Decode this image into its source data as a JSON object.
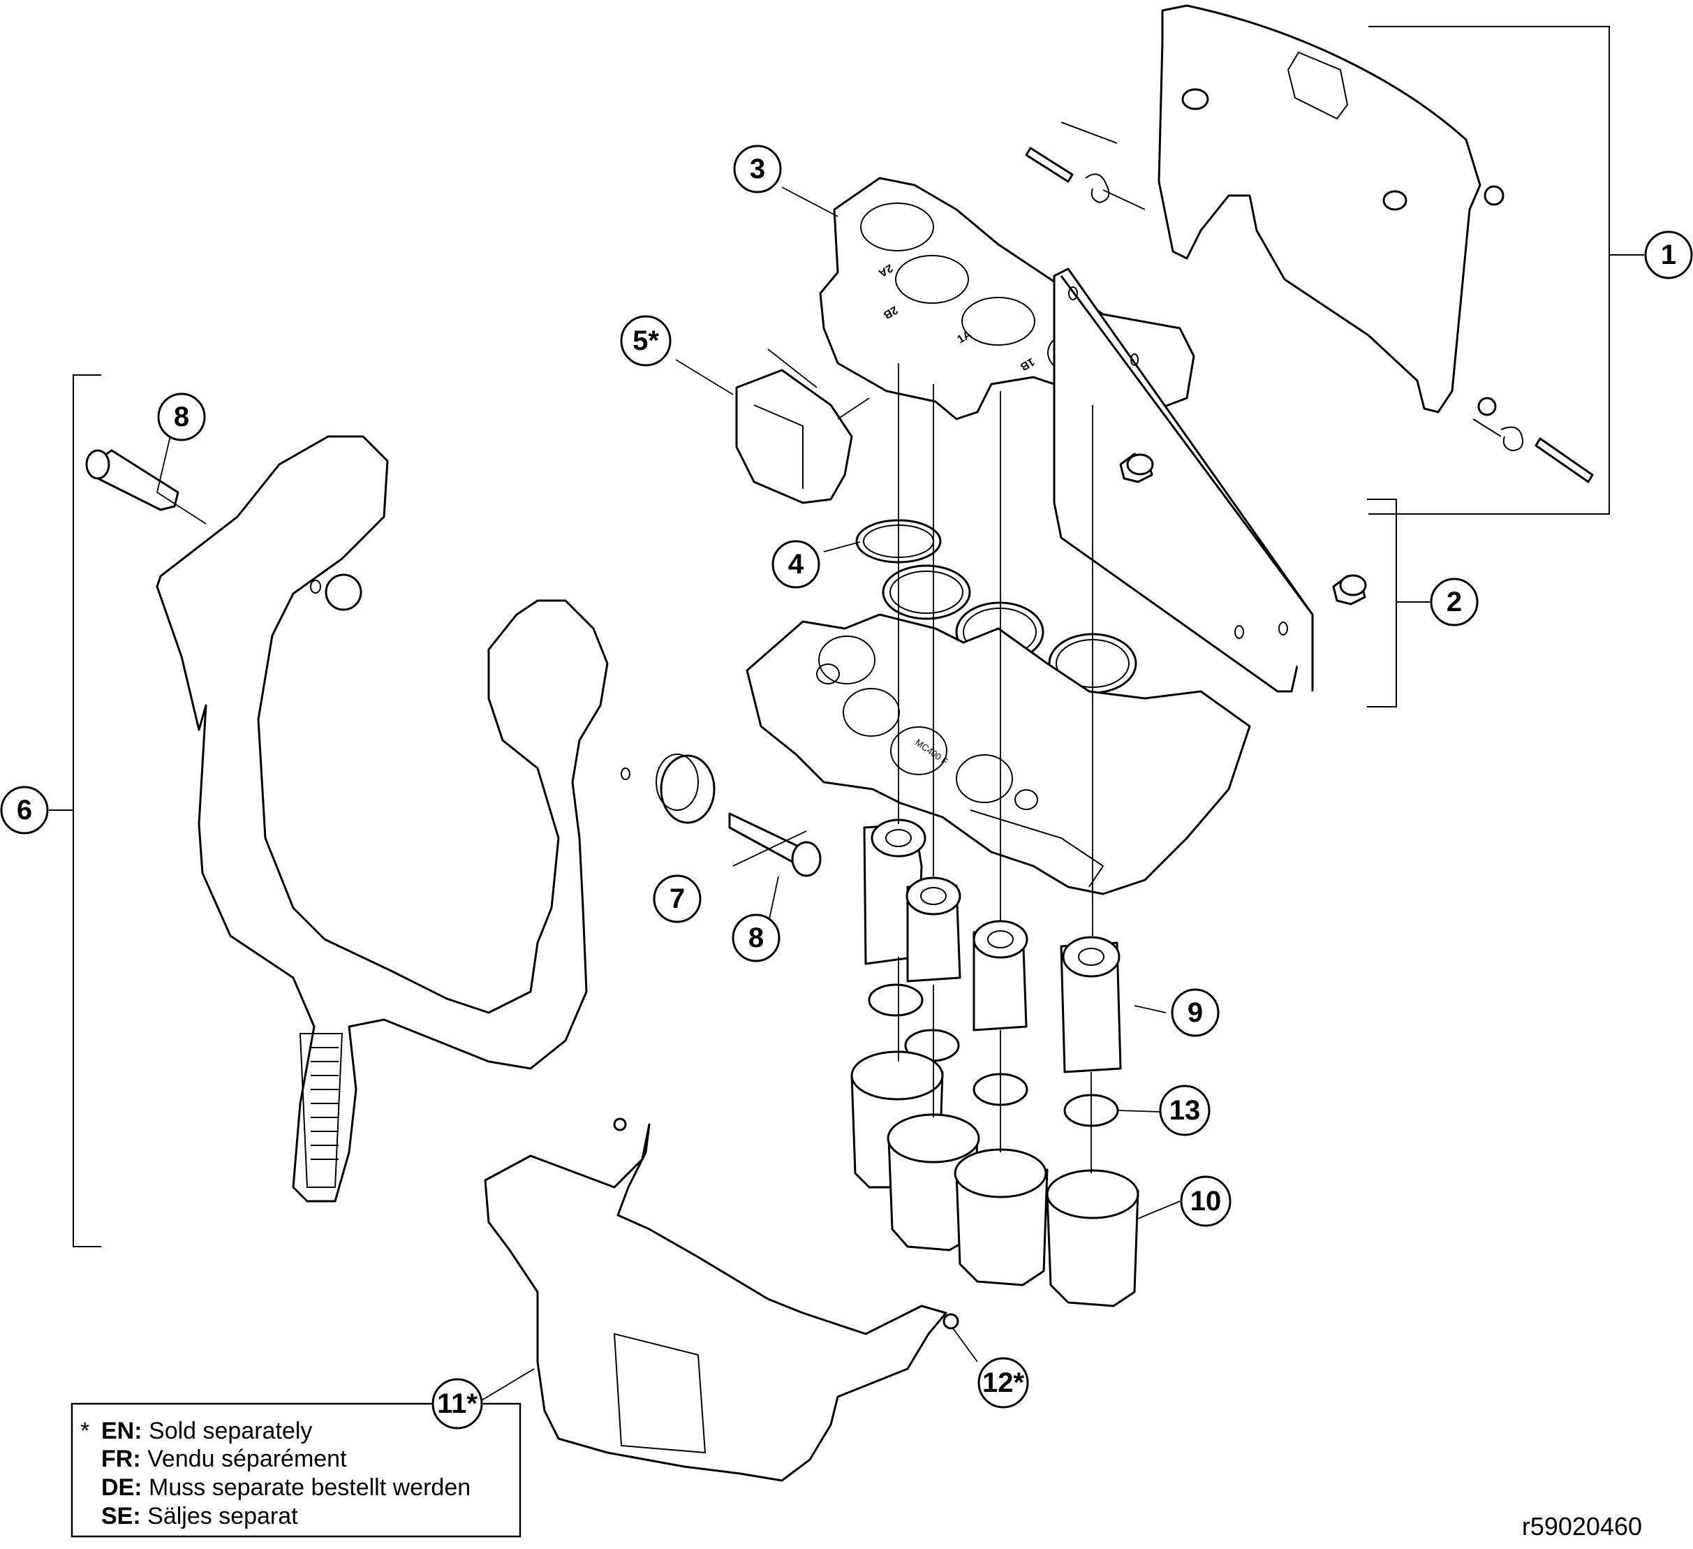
{
  "diagram": {
    "type": "exploded parts diagram",
    "drawing_id": "r59020460",
    "callouts": [
      {
        "id": "1",
        "label": "1",
        "sold_separately": false
      },
      {
        "id": "2",
        "label": "2",
        "sold_separately": false
      },
      {
        "id": "3",
        "label": "3",
        "sold_separately": false
      },
      {
        "id": "4",
        "label": "4",
        "sold_separately": false
      },
      {
        "id": "5",
        "label": "5*",
        "sold_separately": true
      },
      {
        "id": "6",
        "label": "6",
        "sold_separately": false
      },
      {
        "id": "7",
        "label": "7",
        "sold_separately": false
      },
      {
        "id": "8a",
        "label": "8",
        "sold_separately": false
      },
      {
        "id": "8b",
        "label": "8",
        "sold_separately": false
      },
      {
        "id": "9",
        "label": "9",
        "sold_separately": false
      },
      {
        "id": "10",
        "label": "10",
        "sold_separately": false
      },
      {
        "id": "11",
        "label": "11*",
        "sold_separately": true
      },
      {
        "id": "12",
        "label": "12*",
        "sold_separately": true
      },
      {
        "id": "13",
        "label": "13",
        "sold_separately": false
      }
    ],
    "part_markings": {
      "top_plate_ports": [
        "2A",
        "2B",
        "1A",
        "1B"
      ],
      "housing_text": "MC400 F"
    },
    "legend": {
      "marker": "*",
      "entries": [
        {
          "code": "EN:",
          "text": "Sold separately"
        },
        {
          "code": "FR:",
          "text": "Vendu séparément"
        },
        {
          "code": "DE:",
          "text": "Muss separate bestellt werden"
        },
        {
          "code": "SE:",
          "text": "Säljes separat"
        }
      ]
    }
  }
}
